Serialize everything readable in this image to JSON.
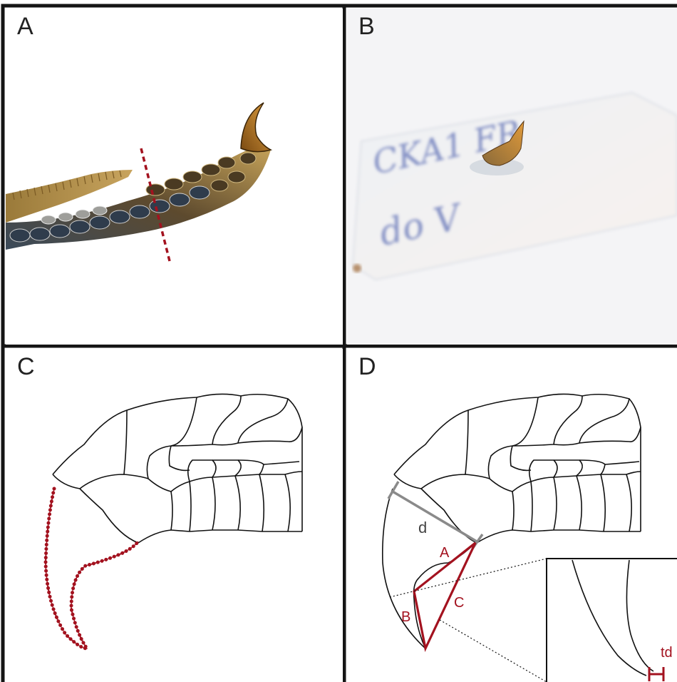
{
  "panels": {
    "a": {
      "letter": "A"
    },
    "b": {
      "letter": "B",
      "slide_text_top": "CKA1  FR",
      "slide_text_bottom": "do  V"
    },
    "c": {
      "letter": "C"
    },
    "d": {
      "letter": "D"
    }
  },
  "measure_labels": {
    "d": "d",
    "a": "A",
    "b": "B",
    "c": "C",
    "td": "td"
  },
  "colors": {
    "accent": "#a3121f",
    "gray": "#8a8a8a",
    "border": "#151515"
  }
}
